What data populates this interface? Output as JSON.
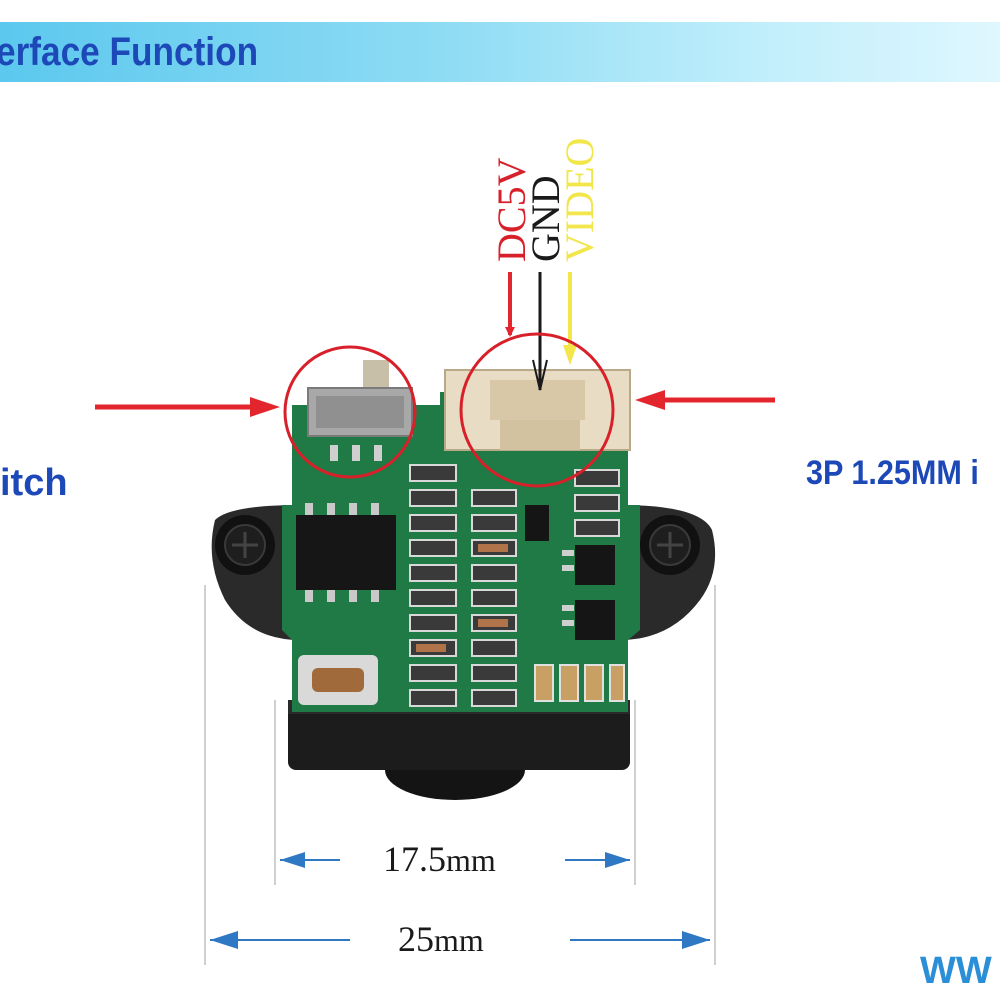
{
  "header": {
    "title": "erface Function"
  },
  "labels": {
    "left": "itch",
    "right": "3P 1.25MM i"
  },
  "pins": [
    {
      "name": "DC5V",
      "color": "#d8202a"
    },
    {
      "name": "GND",
      "color": "#1a1a1a"
    },
    {
      "name": "VIDEO",
      "color": "#f2e64a"
    }
  ],
  "dimensions": {
    "inner": {
      "value": "17.5",
      "unit": "mm"
    },
    "outer": {
      "value": "25",
      "unit": "mm"
    }
  },
  "footer": {
    "url_fragment": "WW"
  },
  "colors": {
    "banner": "#5cc8ee",
    "label_blue": "#1d49b8",
    "pcb_green": "#1f7a45",
    "arrow_red": "#e3262d",
    "arrow_blue": "#2e78c4"
  }
}
